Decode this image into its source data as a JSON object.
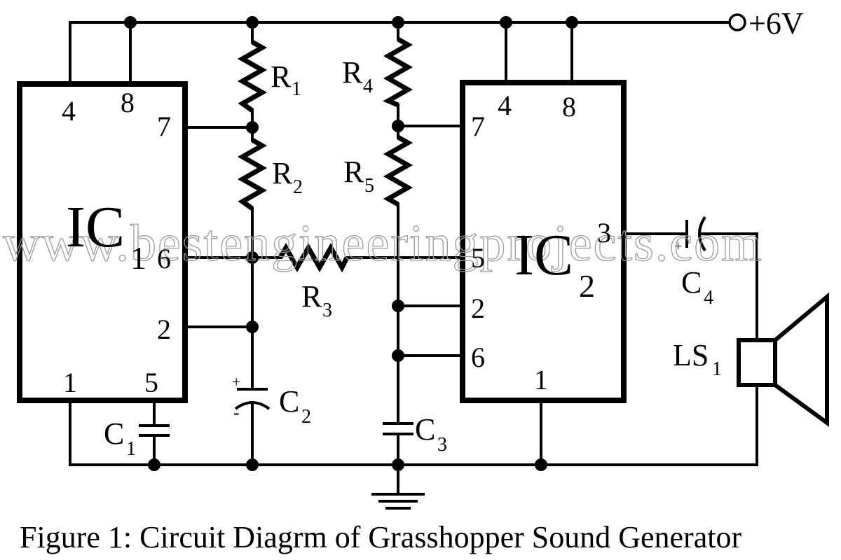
{
  "supply": {
    "label": "+6V"
  },
  "ic1": {
    "label": "IC",
    "sub": "1",
    "pins": {
      "p4": "4",
      "p8": "8",
      "p7": "7",
      "p6": "6",
      "p2": "2",
      "p1": "1",
      "p5": "5"
    }
  },
  "ic2": {
    "label": "IC",
    "sub": "2",
    "pins": {
      "p4": "4",
      "p8": "8",
      "p7": "7",
      "p5": "5",
      "p2": "2",
      "p6": "6",
      "p3": "3",
      "p1": "1"
    }
  },
  "resistors": {
    "r1": {
      "label": "R",
      "sub": "1"
    },
    "r2": {
      "label": "R",
      "sub": "2"
    },
    "r3": {
      "label": "R",
      "sub": "3"
    },
    "r4": {
      "label": "R",
      "sub": "4"
    },
    "r5": {
      "label": "R",
      "sub": "5"
    }
  },
  "capacitors": {
    "c1": {
      "label": "C",
      "sub": "1"
    },
    "c2": {
      "label": "C",
      "sub": "2",
      "plus": "+",
      "minus": "-"
    },
    "c3": {
      "label": "C",
      "sub": "3"
    },
    "c4": {
      "label": "C",
      "sub": "4",
      "plus": "+"
    }
  },
  "speaker": {
    "label": "LS",
    "sub": "1"
  },
  "watermark": "www.bestengineeringprojects.com",
  "caption": "Figure 1: Circuit Diagrm of Grasshopper Sound Generator"
}
